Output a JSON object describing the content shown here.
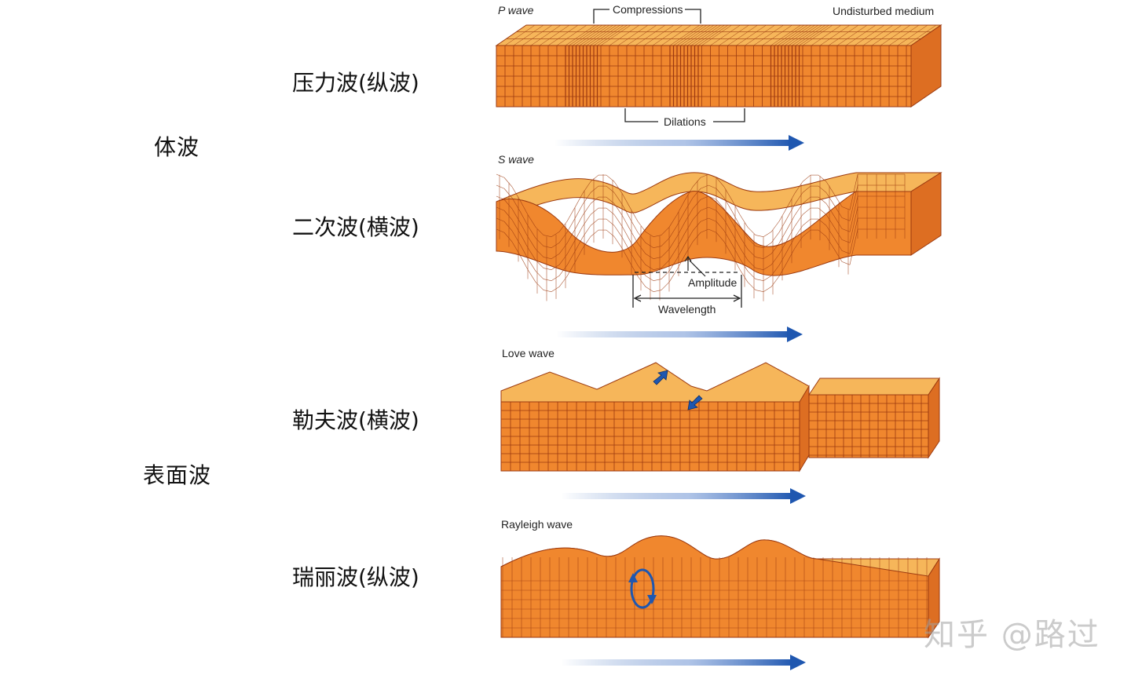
{
  "categories": {
    "body": "体波",
    "surface": "表面波"
  },
  "waves": {
    "p": {
      "cn": "压力波(纵波)",
      "en": "P wave"
    },
    "s": {
      "cn": "二次波(横波)",
      "en": "S wave"
    },
    "love": {
      "cn": "勒夫波(横波)",
      "en": "Love wave"
    },
    "rayleigh": {
      "cn": "瑞丽波(纵波)",
      "en": "Rayleigh wave"
    }
  },
  "annotations": {
    "compressions": "Compressions",
    "undisturbed": "Undisturbed medium",
    "dilations": "Dilations",
    "amplitude": "Amplitude",
    "wavelength": "Wavelength"
  },
  "watermark": "知乎 @路过",
  "colors": {
    "front": "#f0872e",
    "top": "#f6b65a",
    "side": "#dd6e22",
    "grid": "#9c3a10",
    "arrow": "#1f57b0"
  }
}
